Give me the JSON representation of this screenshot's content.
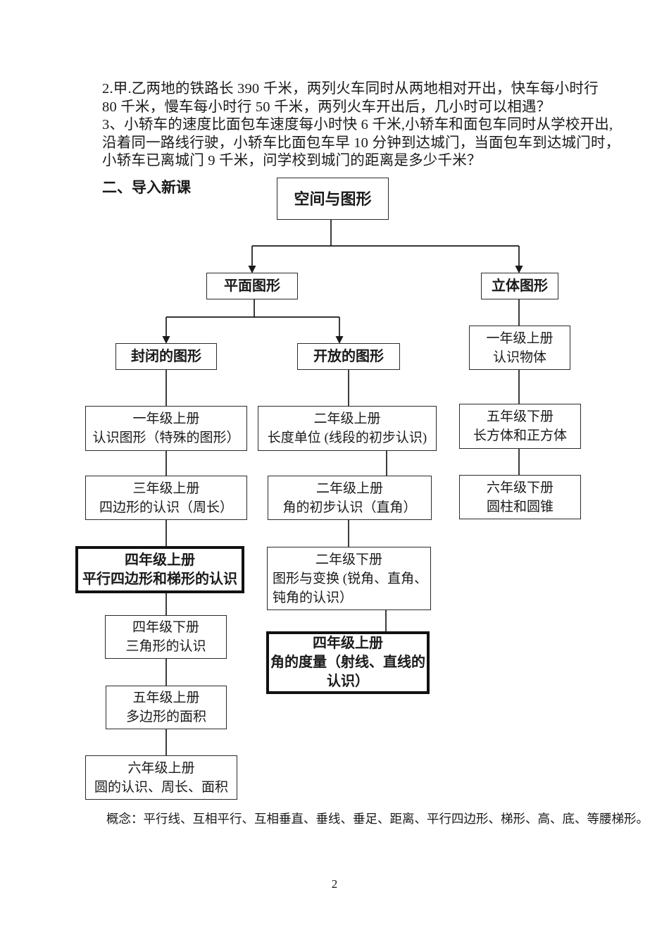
{
  "page": {
    "number": "2"
  },
  "colors": {
    "background": "#ffffff",
    "text": "#1a1a1a",
    "box_border": "#2b2b2b",
    "connector": "#1a1a1a"
  },
  "intro": {
    "lines": [
      "2.甲.乙两地的铁路长 390 千米，两列火车同时从两地相对开出，快车每小时行",
      "80 千米，慢车每小时行 50 千米，两列火车开出后，几小时可以相遇？",
      "3、小轿车的速度比面包车速度每小时快 6 千米,小轿车和面包车同时从学校开出,",
      "沿着同一路线行驶，小轿车比面包车早 10 分钟到达城门，当面包车到达城门时，",
      "小轿车已离城门 9 千米，问学校到城门的距离是多少千米？"
    ]
  },
  "section_heading": "二、导入新课",
  "flowchart": {
    "nodes": [
      {
        "id": "root",
        "lines": [
          "空间与图形"
        ]
      },
      {
        "id": "plane-figures",
        "lines": [
          "平面图形"
        ]
      },
      {
        "id": "solid-figures",
        "lines": [
          "立体图形"
        ]
      },
      {
        "id": "closed-figures",
        "lines": [
          "封闭的图形"
        ]
      },
      {
        "id": "open-figures",
        "lines": [
          "开放的图形"
        ]
      },
      {
        "id": "g1-objects",
        "lines": [
          "一年级上册",
          "认识物体"
        ]
      },
      {
        "id": "g1-shapes",
        "lines": [
          "一年级上册",
          "认识图形（特殊的图形）"
        ]
      },
      {
        "id": "g2-length",
        "lines": [
          "二年级上册",
          "长度单位 (线段的初步认识)"
        ]
      },
      {
        "id": "g5-cuboid",
        "lines": [
          "五年级下册",
          "长方体和正方体"
        ]
      },
      {
        "id": "g3-quadrilateral",
        "lines": [
          "三年级上册",
          "四边形的认识（周长）"
        ]
      },
      {
        "id": "g2-angle",
        "lines": [
          "二年级上册",
          "角的初步认识（直角）"
        ]
      },
      {
        "id": "g6-cylinder",
        "lines": [
          "六年级下册",
          "圆柱和圆锥"
        ]
      },
      {
        "id": "g4-parallelogram",
        "lines": [
          "四年级上册",
          "平行四边形和梯形的认识"
        ]
      },
      {
        "id": "g2-transform",
        "lines": [
          "二年级下册",
          "图形与变换 (锐角、直角、",
          "钝角的认识）"
        ]
      },
      {
        "id": "g4-triangle",
        "lines": [
          "四年级下册",
          "三角形的认识"
        ]
      },
      {
        "id": "g4-angle-measure",
        "lines": [
          "四年级上册",
          "角的度量（射线、直线的",
          "认识）"
        ]
      },
      {
        "id": "g5-polygon-area",
        "lines": [
          "五年级上册",
          "多边形的面积"
        ]
      },
      {
        "id": "g6-circle",
        "lines": [
          "六年级上册",
          "圆的认识、周长、面积"
        ]
      }
    ]
  },
  "concepts_line": "概念：平行线、互相平行、互相垂直、垂线、垂足、距离、平行四边形、梯形、高、底、等腰梯形。"
}
